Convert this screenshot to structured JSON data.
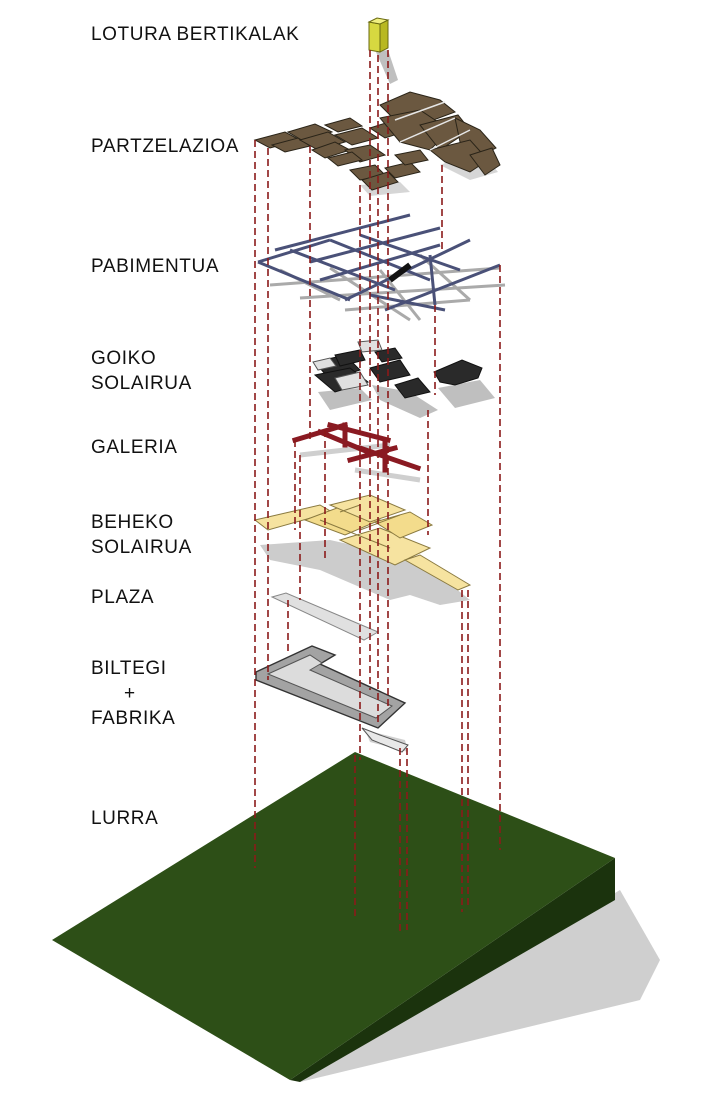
{
  "labels": {
    "lotura": "LOTURA BERTIKALAK",
    "partzelazioa": "PARTZELAZIOA",
    "pabimentua": "PABIMENTUA",
    "goiko_1": "GOIKO",
    "goiko_2": "SOLAIRUA",
    "galeria": "GALERIA",
    "beheko_1": "BEHEKO",
    "beheko_2": "SOLAIRUA",
    "plaza": "PLAZA",
    "biltegi_1": "BILTEGI",
    "biltegi_2": "+",
    "biltegi_3": "FABRIKA",
    "lurra": "LURRA"
  },
  "colors": {
    "ground_top": "#2d4f17",
    "ground_side": "#1b330d",
    "shadow": "#bdbdbd",
    "parcel": "#6b5840",
    "pavement": "#4a5178",
    "pavement_light": "#a9a9a9",
    "upper_floor": "#2a2a2a",
    "gallery": "#8a1a22",
    "ground_floor": "#f6e3a0",
    "plaza": "#dadada",
    "warehouse": "#9c9c9c",
    "connector": "#d7d840",
    "guide_line": "#8b1a1a"
  }
}
